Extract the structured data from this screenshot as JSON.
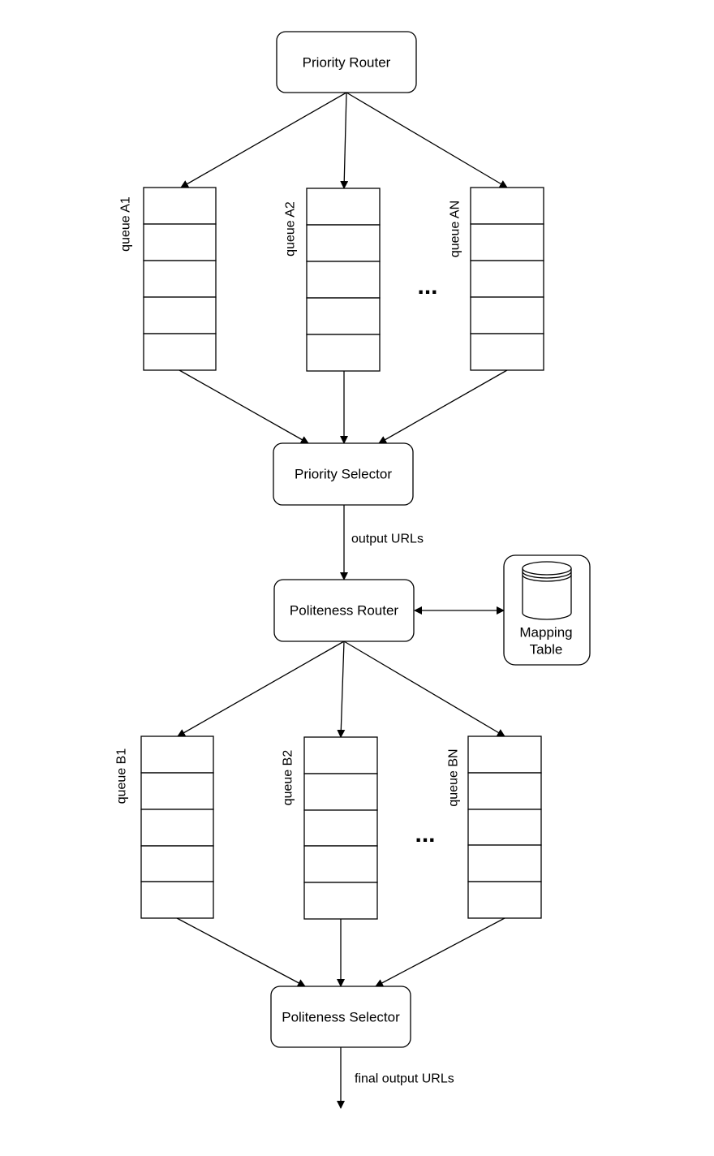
{
  "nodes": {
    "priority_router": "Priority Router",
    "priority_selector": "Priority Selector",
    "politeness_router": "Politeness Router",
    "politeness_selector": "Politeness Selector",
    "mapping_table": [
      "Mapping",
      "Table"
    ]
  },
  "queues_a": [
    "queue A1",
    "queue A2",
    "queue AN"
  ],
  "queues_b": [
    "queue B1",
    "queue B2",
    "queue BN"
  ],
  "ellipsis": "...",
  "edges": {
    "output_urls": "output URLs",
    "final_output_urls": "final output URLs"
  },
  "colors": {
    "stroke": "#000000",
    "fill": "#ffffff"
  }
}
